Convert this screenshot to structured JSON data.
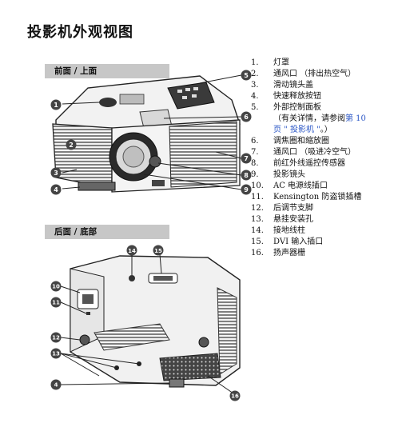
{
  "page_title": "投影机外观视图",
  "sections": {
    "front_top": "前面 / 上面",
    "rear_bottom": "后面 / 底部"
  },
  "callouts_front": [
    "1",
    "2",
    "3",
    "4",
    "5",
    "6",
    "7",
    "8",
    "9"
  ],
  "callouts_rear": [
    "14",
    "15",
    "10",
    "11",
    "12",
    "13",
    "4",
    "16"
  ],
  "legend": [
    {
      "num": "1.",
      "text": "灯罩"
    },
    {
      "num": "2.",
      "text": "通风口 （排出热空气）"
    },
    {
      "num": "3.",
      "text": "滑动镜头盖"
    },
    {
      "num": "4.",
      "text": "快速释放按钮"
    },
    {
      "num": "5.",
      "text": "外部控制面板"
    },
    {
      "num": "6.",
      "text": "调焦圈和缩放圈"
    },
    {
      "num": "7.",
      "text": "通风口 （吸进冷空气）"
    },
    {
      "num": "8.",
      "text": "前红外线遥控传感器"
    },
    {
      "num": "9.",
      "text": "投影镜头"
    },
    {
      "num": "10.",
      "text": "AC 电源线插口"
    },
    {
      "num": "11.",
      "text": "Kensington 防盗锁插槽"
    },
    {
      "num": "12.",
      "text": "后调节支脚"
    },
    {
      "num": "13.",
      "text": "悬挂安装孔"
    },
    {
      "num": "14.",
      "text": "接地线柱"
    },
    {
      "num": "15.",
      "text": "DVI 输入插口"
    },
    {
      "num": "16.",
      "text": "扬声器栅"
    }
  ],
  "legend_note": {
    "prefix": "（有关详情，请参阅",
    "link1": "第 10",
    "link2": "页 \" 投影机 \"",
    "suffix": "。）"
  }
}
